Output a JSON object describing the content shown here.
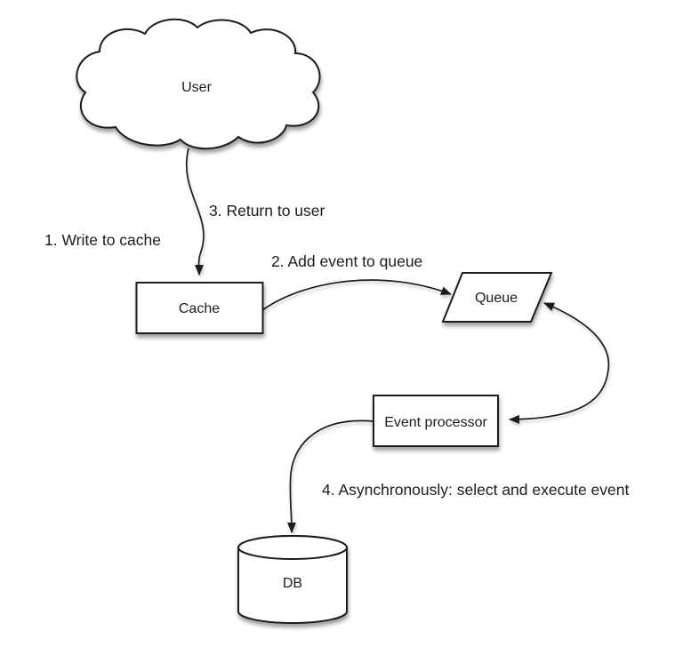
{
  "diagram": {
    "background": "#ffffff",
    "stroke_color": "#1c1c1c",
    "text_color": "#1c1c1c",
    "node_fill": "#ffffff",
    "nodes": [
      {
        "id": "user",
        "shape": "cloud",
        "label": "User"
      },
      {
        "id": "cache",
        "shape": "rectangle",
        "label": "Cache"
      },
      {
        "id": "queue",
        "shape": "parallelogram",
        "label": "Queue"
      },
      {
        "id": "event-processor",
        "shape": "rectangle",
        "label": "Event processor"
      },
      {
        "id": "db",
        "shape": "cylinder",
        "label": "DB"
      }
    ],
    "edges": [
      {
        "from": "user",
        "to": "cache",
        "style": "curved",
        "heads": [
          "end"
        ]
      },
      {
        "from": "cache",
        "to": "queue",
        "style": "curved",
        "heads": [
          "end"
        ]
      },
      {
        "from": "queue",
        "to": "event-processor",
        "style": "curved",
        "heads": [
          "start",
          "end"
        ]
      },
      {
        "from": "event-processor",
        "to": "db",
        "style": "curved",
        "heads": [
          "end"
        ]
      }
    ],
    "steps": [
      {
        "text": "1. Write to cache"
      },
      {
        "text": "2. Add event to queue"
      },
      {
        "text": "3. Return to user"
      },
      {
        "text": "4. Asynchronously: select and execute event"
      }
    ]
  }
}
